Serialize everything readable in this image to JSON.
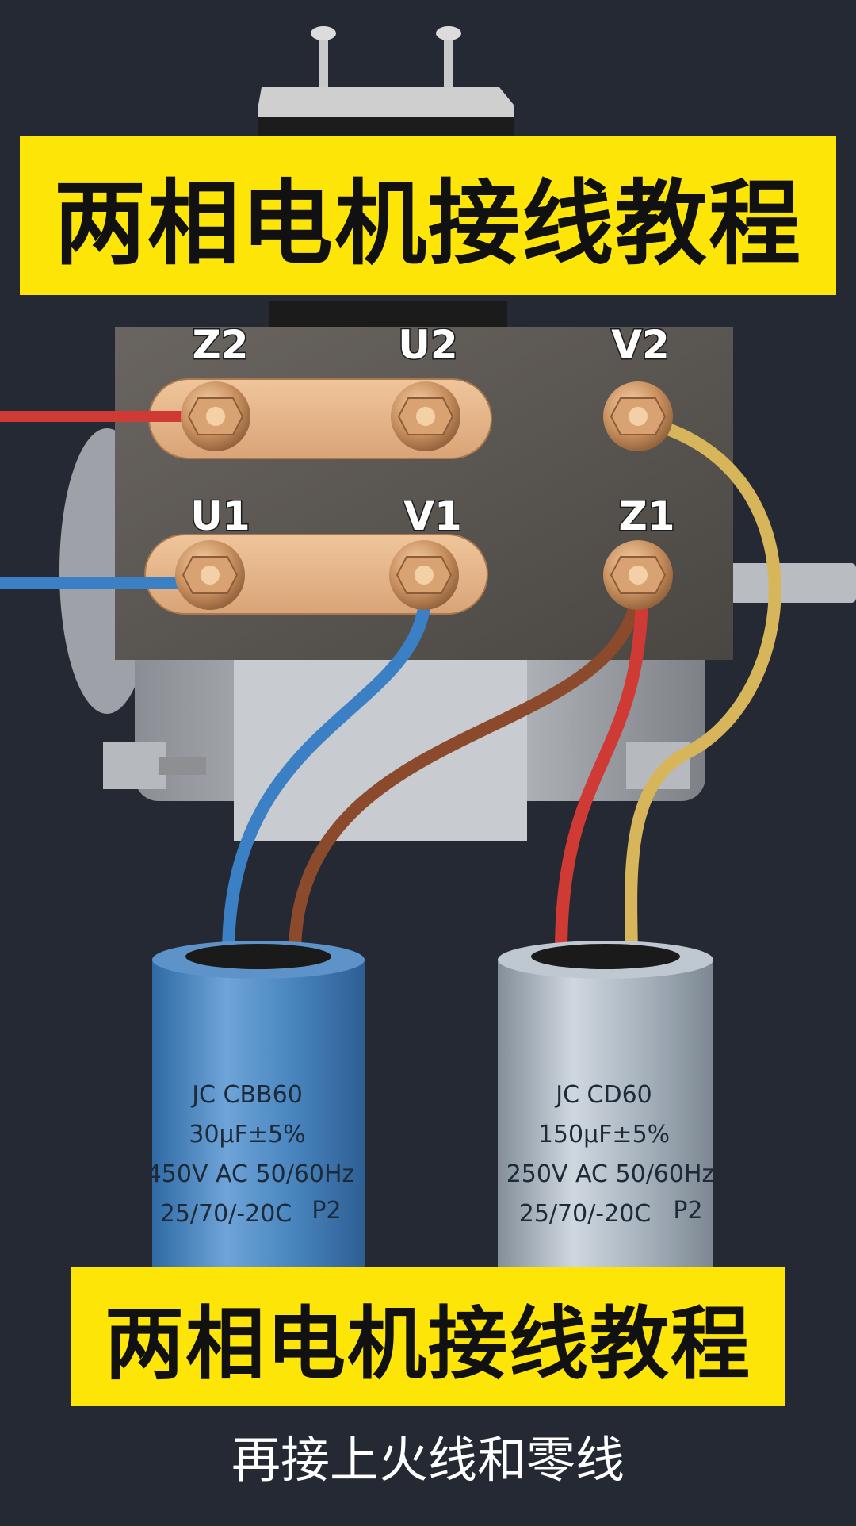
{
  "title": "两相电机接线教程",
  "subtitle": "再接上火线和零线",
  "terminals": {
    "z2": "Z2",
    "u2": "U2",
    "v2": "V2",
    "u1": "U1",
    "v1": "V1",
    "z1": "Z1"
  },
  "capacitors": {
    "run": {
      "model": "JC  CBB60",
      "capacitance": "30μF±5%",
      "rating": "450V AC  50/60Hz",
      "climate": "25/70/-20C",
      "class": "P2",
      "color": "#4a86c0"
    },
    "start": {
      "model": "JC  CD60",
      "capacitance": "150μF±5%",
      "rating": "250V AC  50/60Hz",
      "climate": "25/70/-20C",
      "class": "P2",
      "color": "#aab5c0"
    }
  },
  "wire_colors": {
    "red": "#d03a34",
    "blue": "#3b7fc4",
    "brown": "#8b4a2b",
    "yellow": "#d7b55a"
  }
}
